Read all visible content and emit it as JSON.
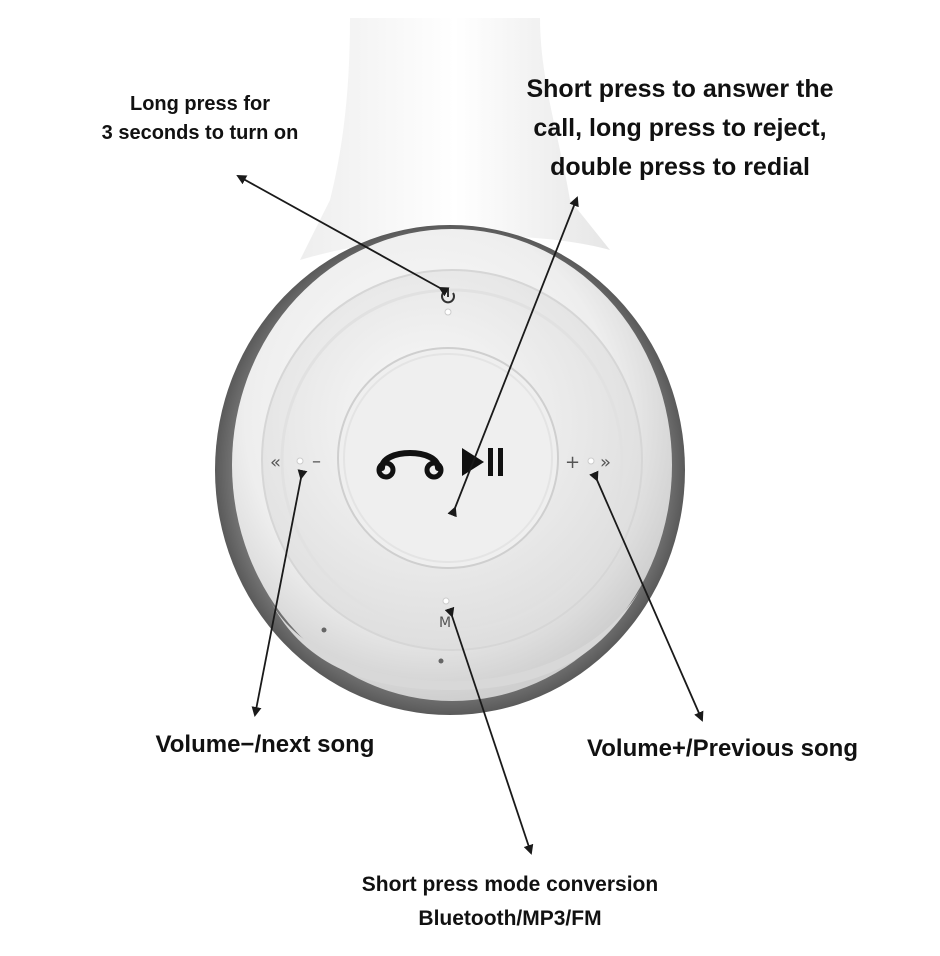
{
  "labels": {
    "power": [
      "Long press for",
      "3 seconds to turn on"
    ],
    "call": [
      "Short press to answer the",
      "call, long press to reject,",
      "double press to redial"
    ],
    "volume_down": [
      "Volume−/next song"
    ],
    "volume_up": [
      "Volume+/Previous song"
    ],
    "mode": [
      "Short press mode conversion",
      "Bluetooth/MP3/FM"
    ]
  },
  "buttons": {
    "left": "«",
    "minus": "–",
    "plus": "+",
    "right": "»",
    "mode": "M"
  },
  "colors": {
    "shell": "#f4f4f4",
    "ring": "#e8e8e8",
    "dark_edge": "#6b6b6b",
    "arrow": "#1a1a1a"
  }
}
